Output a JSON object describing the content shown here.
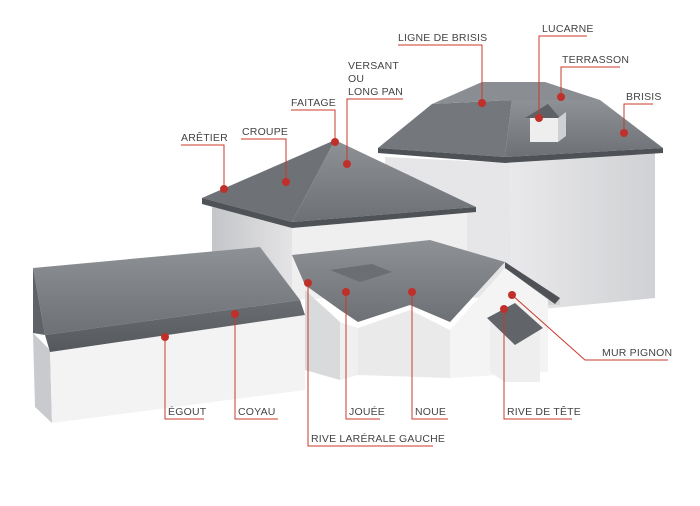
{
  "diagram": {
    "colors": {
      "accent": "#c0302a",
      "roof_dark": "#5b5e62",
      "roof_mid": "#7d8085",
      "roof_light": "#9a9da1",
      "wall_light": "#f2f2f3",
      "wall_mid": "#dcdcde",
      "wall_dark": "#bfc0c3",
      "text": "#444444"
    },
    "labels": {
      "ligne_de_brisis": "LIGNE DE BRISIS",
      "lucarne": "LUCARNE",
      "terrasson": "TERRASSON",
      "brisis": "BRISIS",
      "versant_1": "VERSANT",
      "versant_2": "OU",
      "versant_3": "LONG PAN",
      "faitage": "FAITAGE",
      "croupe": "CROUPE",
      "aretier": "ARÊTIER",
      "mur_pignon": "MUR PIGNON",
      "egout": "ÉGOUT",
      "coyau": "COYAU",
      "jouee": "JOUÉE",
      "noue": "NOUE",
      "rive_de_tete": "RIVE DE TÊTE",
      "rive_laterale_gauche": "RIVE LARÉRALE GAUCHE"
    }
  }
}
